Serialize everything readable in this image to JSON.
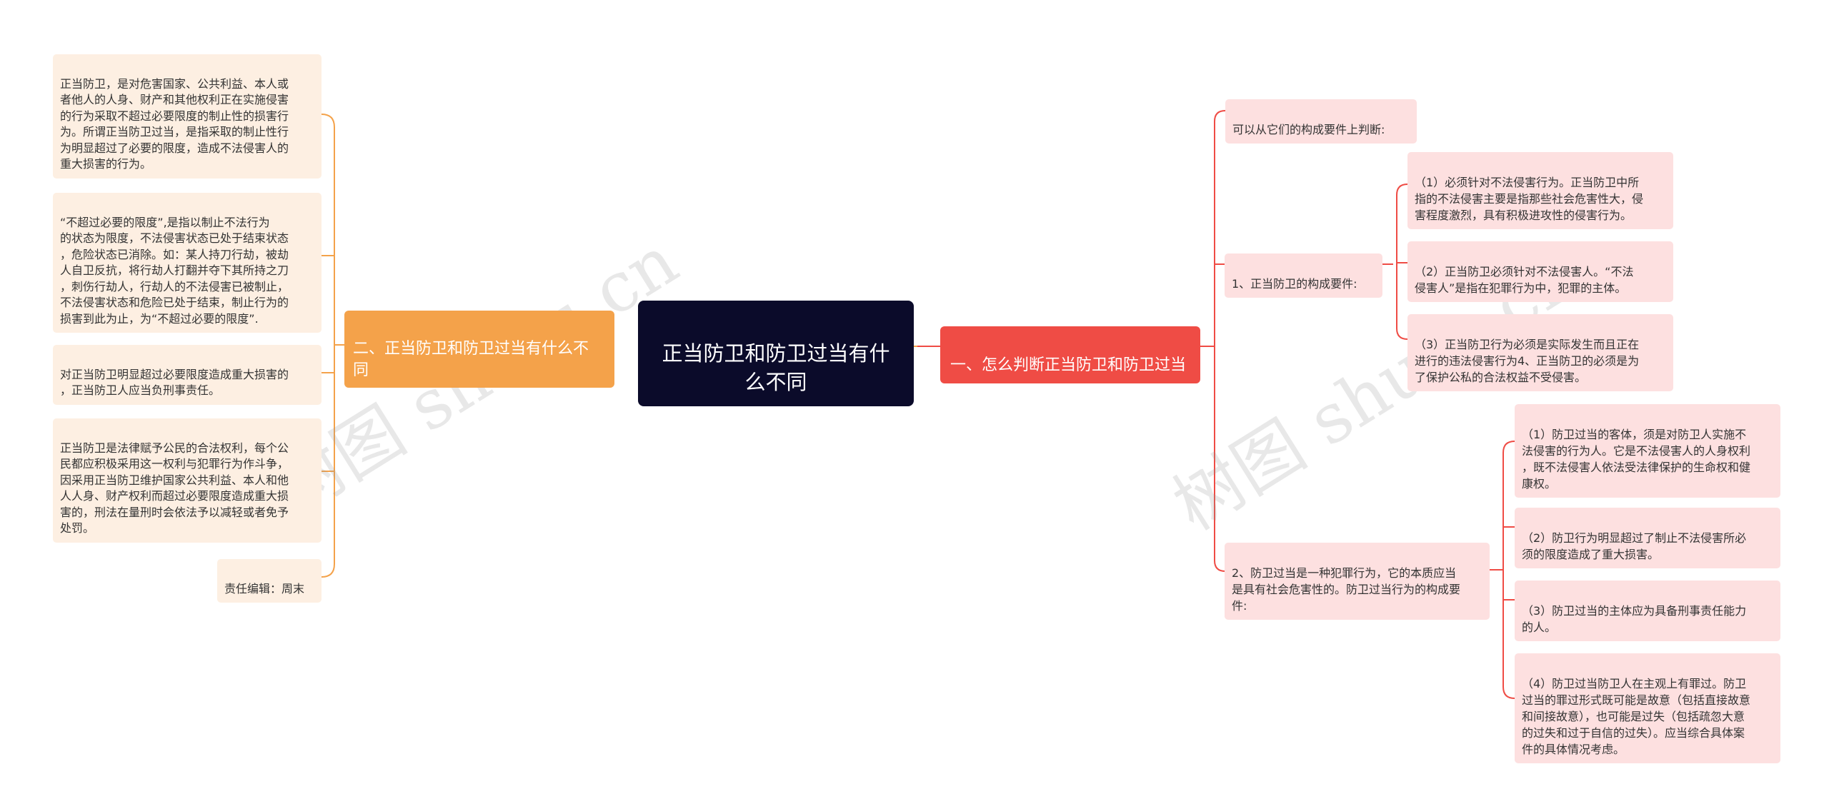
{
  "colors": {
    "root_bg": "#0b0b2a",
    "left_branch": "#f4a24a",
    "right_branch": "#ef4c45",
    "left_leaf_bg": "#fdefe2",
    "right_leaf_bg": "#fde0e0"
  },
  "root": {
    "label": "正当防卫和防卫过当有什\n么不同"
  },
  "left_branch": {
    "label": "二、正当防卫和防卫过当有什么不\n同",
    "items": [
      "正当防卫，是对危害国家、公共利益、本人或\n者他人的人身、财产和其他权利正在实施侵害\n的行为采取不超过必要限度的制止性的损害行\n为。所谓正当防卫过当，是指采取的制止性行\n为明显超过了必要的限度，造成不法侵害人的\n重大损害的行为。",
      "“不超过必要的限度”,是指以制止不法行为\n的状态为限度，不法侵害状态已处于结束状态\n，危险状态已消除。如：某人持刀行劫，被劫\n人自卫反抗，将行劫人打翻并夺下其所持之刀\n，刺伤行劫人，行劫人的不法侵害已被制止，\n不法侵害状态和危险已处于结束，制止行为的\n损害到此为止，为“不超过必要的限度”.",
      "对正当防卫明显超过必要限度造成重大损害的\n，正当防卫人应当负刑事责任。",
      "正当防卫是法律赋予公民的合法权利，每个公\n民都应积极采用这一权利与犯罪行为作斗争，\n因采用正当防卫维护国家公共利益、本人和他\n人人身、财产权利而超过必要限度造成重大损\n害的，刑法在量刑时会依法予以减轻或者免予\n处罚。",
      "责任编辑：周末"
    ]
  },
  "right_branch": {
    "label": "一、怎么判断正当防卫和防卫过当",
    "judge": "可以从它们的构成要件上判断:",
    "sub1": {
      "label": "1、正当防卫的构成要件:",
      "items": [
        "（1）必须针对不法侵害行为。正当防卫中所\n指的不法侵害主要是指那些社会危害性大，侵\n害程度激烈，具有积极进攻性的侵害行为。",
        "（2）正当防卫必须针对不法侵害人。“不法\n侵害人”是指在犯罪行为中，犯罪的主体。",
        "（3）正当防卫行为必须是实际发生而且正在\n进行的违法侵害行为4、正当防卫的必须是为\n了保护公私的合法权益不受侵害。"
      ]
    },
    "sub2": {
      "label": "2、防卫过当是一种犯罪行为，它的本质应当\n是具有社会危害性的。防卫过当行为的构成要\n件:",
      "items": [
        "（1）防卫过当的客体，须是对防卫人实施不\n法侵害的行为人。它是不法侵害人的人身权利\n，既不法侵害人依法受法律保护的生命权和健\n康权。",
        "（2）防卫行为明显超过了制止不法侵害所必\n须的限度造成了重大损害。",
        "（3）防卫过当的主体应为具备刑事责任能力\n的人。",
        "（4）防卫过当防卫人在主观上有罪过。防卫\n过当的罪过形式既可能是故意（包括直接故意\n和间接故意），也可能是过失（包括疏忽大意\n的过失和过于自信的过失）。应当综合具体案\n件的具体情况考虑。"
      ]
    }
  },
  "watermarks": [
    "树图 shutu.cn",
    "树图 shutu.cn"
  ]
}
